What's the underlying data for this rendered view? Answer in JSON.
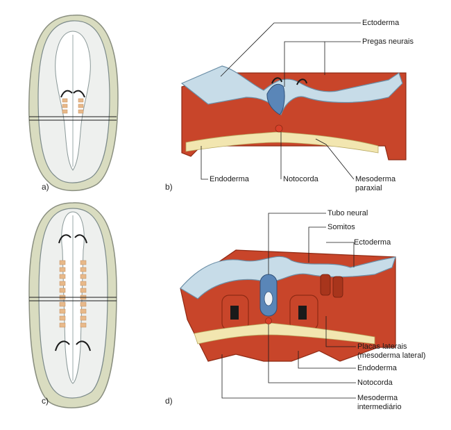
{
  "colors": {
    "ectoderm": "#c7dce8",
    "ectoderm_edge": "#6b8ea6",
    "neural_tube": "#5a86b8",
    "mesoderm": "#c8452a",
    "mesoderm_dark": "#8e2a14",
    "endoderm": "#f2e6b0",
    "notochord": "#d8402a",
    "embryo_body": "#eef0ee",
    "embryo_edge": "#7c8a8a",
    "somite": "#e8b98a"
  },
  "panels": {
    "a": {
      "letter": "a)"
    },
    "b": {
      "letter": "b)",
      "labels": {
        "ectoderma": "Ectoderma",
        "pregas_neurais": "Pregas neurais",
        "endoderma": "Endoderma",
        "notocorda": "Notocorda",
        "mesoderma_paraxial_1": "Mesoderma",
        "mesoderma_paraxial_2": "paraxial"
      }
    },
    "c": {
      "letter": "c)"
    },
    "d": {
      "letter": "d)",
      "labels": {
        "tubo_neural": "Tubo neural",
        "somitos": "Somitos",
        "ectoderma": "Ectoderma",
        "placas_laterais_1": "Placas laterais",
        "placas_laterais_2": "(mesoderma lateral)",
        "endoderma": "Endoderma",
        "notocorda": "Notocorda",
        "mesoderma_intermediario_1": "Mesoderma",
        "mesoderma_intermediario_2": "intermediário"
      }
    }
  }
}
